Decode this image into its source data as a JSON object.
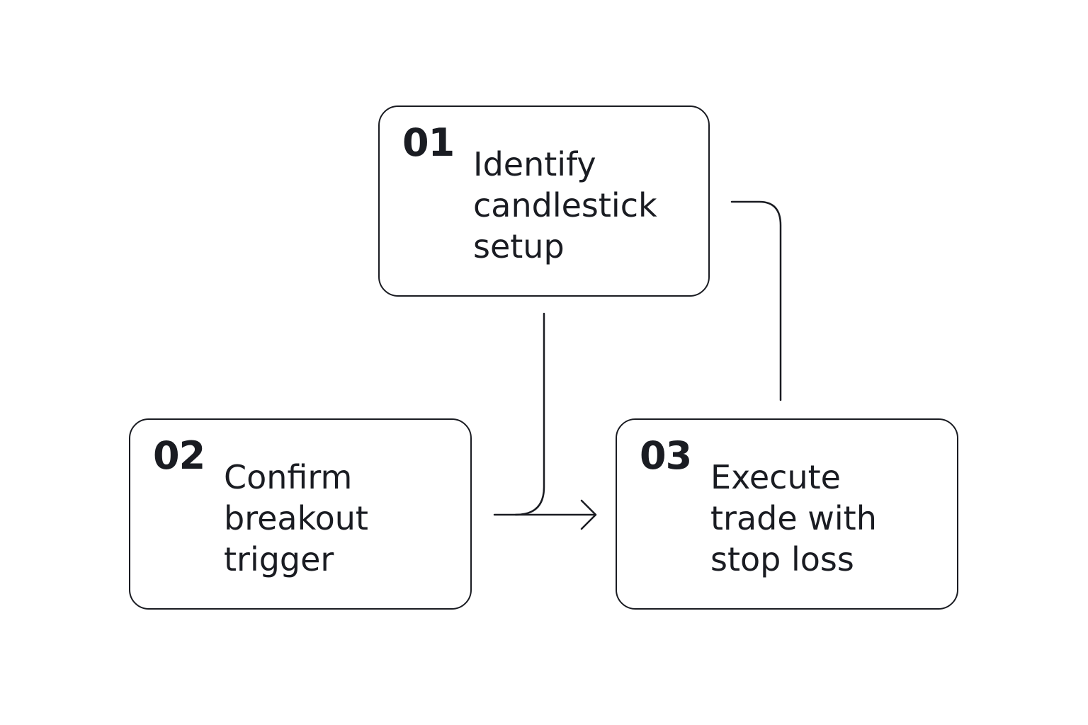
{
  "steps": [
    {
      "number": "01",
      "lines": [
        "Identify",
        "candlestick",
        "setup"
      ]
    },
    {
      "number": "02",
      "lines": [
        "Confirm",
        "breakout",
        "trigger"
      ]
    },
    {
      "number": "03",
      "lines": [
        "Execute",
        "trade with",
        "stop loss"
      ]
    }
  ],
  "colors": {
    "stroke": "#1a1c22",
    "text": "#1a1c22",
    "background": "#ffffff"
  }
}
